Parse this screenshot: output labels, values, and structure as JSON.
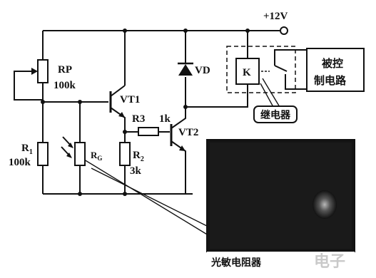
{
  "supply": "+12V",
  "components": {
    "rp": {
      "name": "RP",
      "value": "100k"
    },
    "r1": {
      "name": "R",
      "sub": "1",
      "value": "100k"
    },
    "rg": {
      "name": "R",
      "sub": "G"
    },
    "vt1": "VT1",
    "r3": {
      "name": "R3",
      "value": "1k"
    },
    "r2": {
      "name": "R",
      "sub": "2",
      "value": "3k"
    },
    "vt2": "VT2",
    "vd": "VD",
    "relay_coil": "K"
  },
  "controlled_circuit": {
    "line1": "被控",
    "line2": "制电路"
  },
  "relay_label": "继电器",
  "photo_caption": "光敏电阻器",
  "watermark": "电子"
}
